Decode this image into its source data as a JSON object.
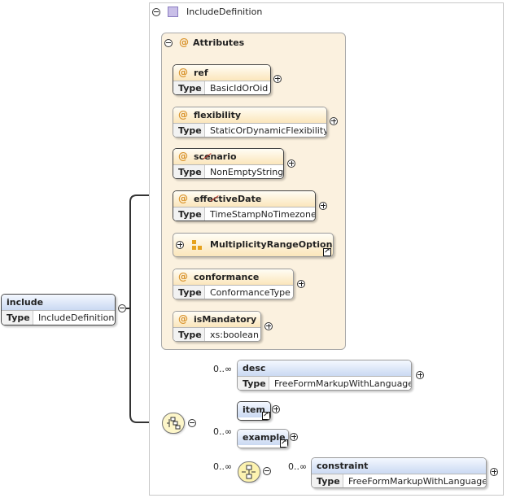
{
  "include": {
    "name": "include",
    "type_key": "Type",
    "type": "IncludeDefinition"
  },
  "complex_type": {
    "name": "IncludeDefinition"
  },
  "attributes_group": {
    "title": "Attributes",
    "symbol": "@"
  },
  "attributes": [
    {
      "name": "ref",
      "type_key": "Type",
      "type": "BasicIdOrOid"
    },
    {
      "name": "flexibility",
      "type_key": "Type",
      "type": "StaticOrDynamicFlexibility"
    },
    {
      "name": "scenario",
      "type_key": "Type",
      "type": "NonEmptyString"
    },
    {
      "name": "effectiveDate",
      "type_key": "Type",
      "type": "TimeStampNoTimezone"
    },
    {
      "name": "conformance",
      "type_key": "Type",
      "type": "ConformanceType"
    },
    {
      "name": "isMandatory",
      "type_key": "Type",
      "type": "xs:boolean"
    }
  ],
  "attribute_group_ref": {
    "name": "MultiplicityRangeOptional"
  },
  "children": {
    "desc": {
      "name": "desc",
      "multiplicity": "0..∞",
      "type_key": "Type",
      "type": "FreeFormMarkupWithLanguage"
    },
    "item": {
      "name": "item"
    },
    "example": {
      "name": "example",
      "multiplicity": "0..∞"
    },
    "constraint": {
      "name": "constraint",
      "multiplicity": "0..∞",
      "type_key": "Type",
      "type": "FreeFormMarkupWithLanguage"
    },
    "choice_multiplicity": "0..∞"
  },
  "colors": {
    "attribute_head": "#fbe6bb",
    "element_head": "#cad9f2",
    "attr_group_bg": "#fbf1df",
    "compositor": "#fdf6c9"
  }
}
